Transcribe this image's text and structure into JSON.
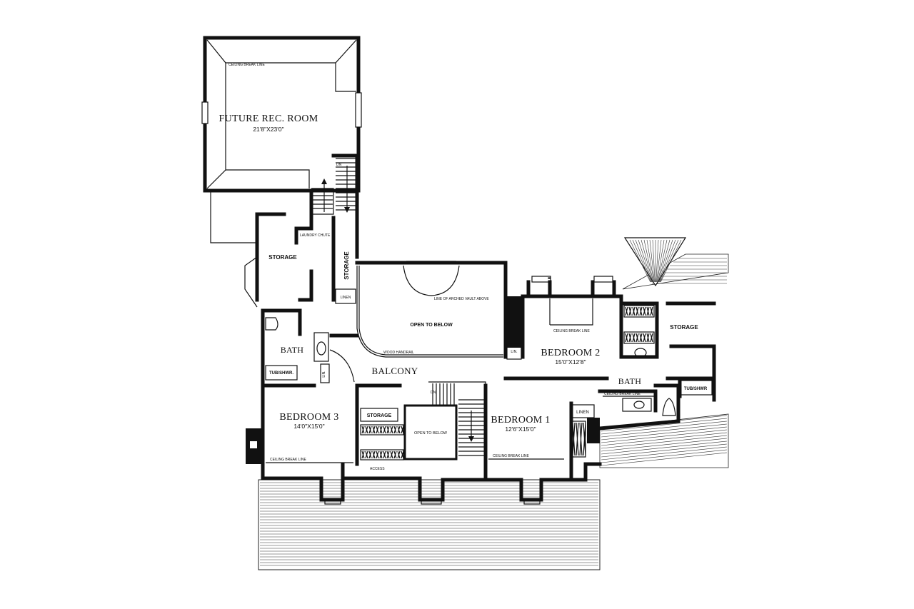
{
  "rooms": {
    "future_rec_room": {
      "name": "FUTURE REC. ROOM",
      "dims": "21'8\"X23'0\""
    },
    "bedroom_1": {
      "name": "BEDROOM 1",
      "dims": "12'6\"X15'0\""
    },
    "bedroom_2": {
      "name": "BEDROOM 2",
      "dims": "15'0\"X12'8\""
    },
    "bedroom_3": {
      "name": "BEDROOM 3",
      "dims": "14'0\"X15'0\""
    },
    "balcony": "BALCONY",
    "bath_left": "BATH",
    "bath_right": "BATH",
    "storage_left": "STORAGE",
    "storage_vertical": "STORAGE",
    "storage_right": "STORAGE",
    "storage_small": "STORAGE",
    "open_to_below_main": "OPEN TO BELOW",
    "open_to_below_stair": "OPEN TO BELOW",
    "linen_top": "LINEN",
    "linen_right": "LINEN",
    "lin_center": "LIN.",
    "lin_left": "LIN."
  },
  "notes": {
    "ceiling_break_rec": "CEILING BREAK LINE",
    "ceiling_break_bed2": "CEILING BREAK LINE",
    "ceiling_break_bath": "CEILING BREAK LINE",
    "ceiling_break_bed3": "CEILING BREAK LINE",
    "ceiling_break_bed1": "CEILING BREAK LINE",
    "arched_vault": "LINE OF ARCHED VAULT ABOVE",
    "wood_handrail": "WOOD HANDRAIL",
    "laundry_chute": "LAUNDRY CHUTE",
    "access": "ACCESS",
    "tub_shower_left": "TUB/SHWR.",
    "tub_shower_right": "TUB/SHWR",
    "dn_top": "DN",
    "dn_center": "DN"
  }
}
